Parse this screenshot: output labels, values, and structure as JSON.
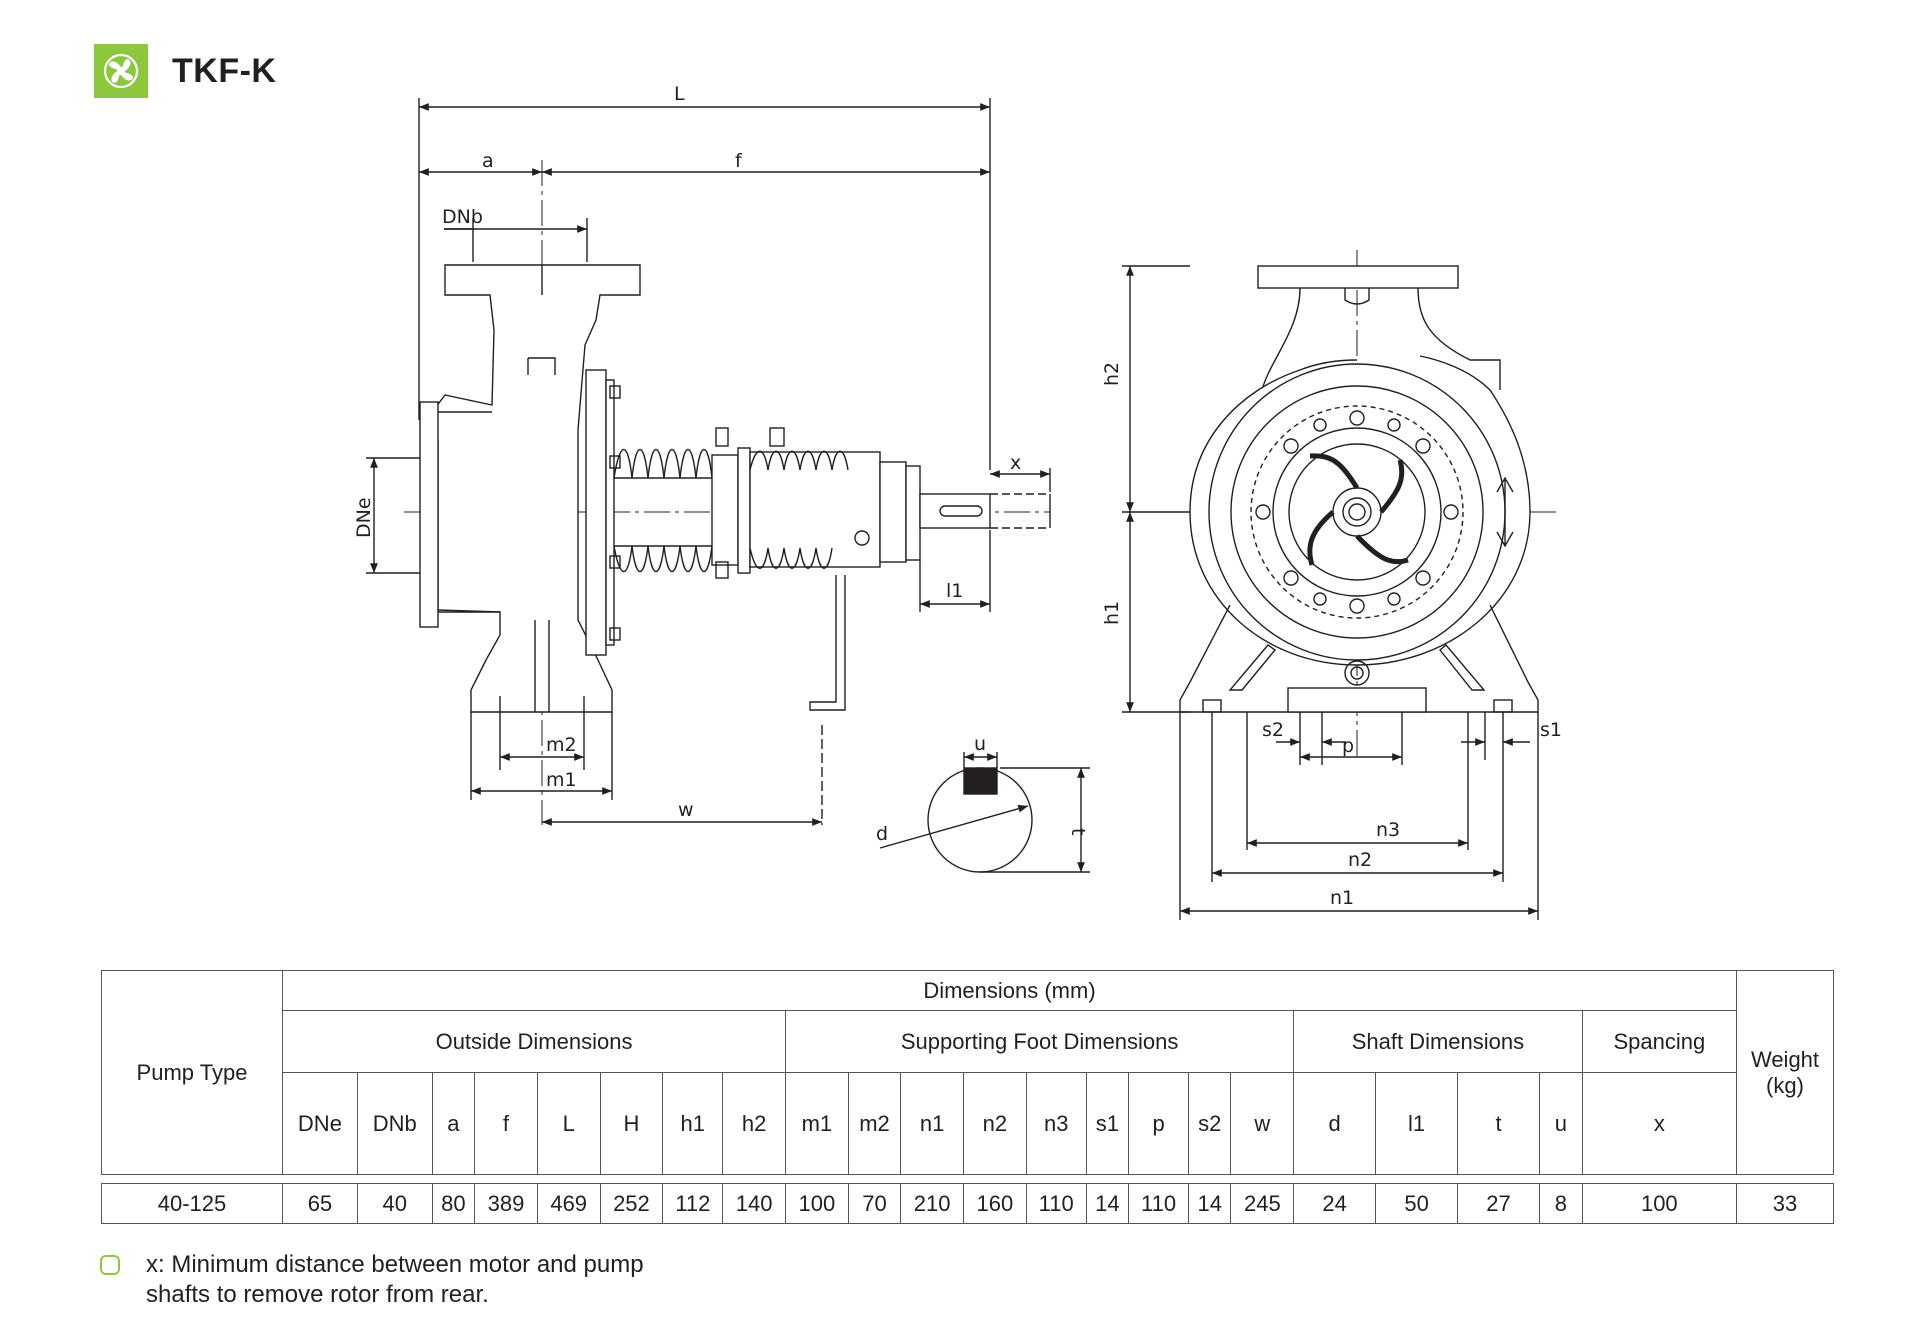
{
  "header": {
    "title": "TKF-K",
    "logo_icon": "fan-icon",
    "accent_color": "#8dc63f"
  },
  "drawing": {
    "labels": {
      "L": "L",
      "a": "a",
      "f": "f",
      "DNb": "DNb",
      "DNe": "DNe",
      "x": "x",
      "l1": "l1",
      "m2": "m2",
      "m1": "m1",
      "w": "w",
      "u": "u",
      "d": "d",
      "t": "t",
      "h2": "h2",
      "h1": "h1",
      "s2": "s2",
      "p": "p",
      "s1": "s1",
      "n3": "n3",
      "n2": "n2",
      "n1": "n1"
    }
  },
  "table": {
    "header_pump_type": "Pump Type",
    "header_dimensions": "Dimensions (mm)",
    "header_weight": "Weight (kg)",
    "groups": [
      {
        "label": "Outside Dimensions",
        "span": 8
      },
      {
        "label": "Supporting Foot Dimensions",
        "span": 9
      },
      {
        "label": "Shaft Dimensions",
        "span": 4
      },
      {
        "label": "Spancing",
        "span": 1
      }
    ],
    "columns": [
      "DNe",
      "DNb",
      "a",
      "f",
      "L",
      "H",
      "h1",
      "h2",
      "m1",
      "m2",
      "n1",
      "n2",
      "n3",
      "s1",
      "p",
      "s2",
      "w",
      "d",
      "l1",
      "t",
      "u",
      "x"
    ],
    "rows": [
      {
        "pump_type": "40-125",
        "values": [
          "65",
          "40",
          "80",
          "389",
          "469",
          "252",
          "112",
          "140",
          "100",
          "70",
          "210",
          "160",
          "110",
          "14",
          "110",
          "14",
          "245",
          "24",
          "50",
          "27",
          "8",
          "100"
        ],
        "weight": "33"
      }
    ]
  },
  "note": {
    "text": "x: Minimum distance between motor and pump shafts to remove rotor from rear."
  }
}
